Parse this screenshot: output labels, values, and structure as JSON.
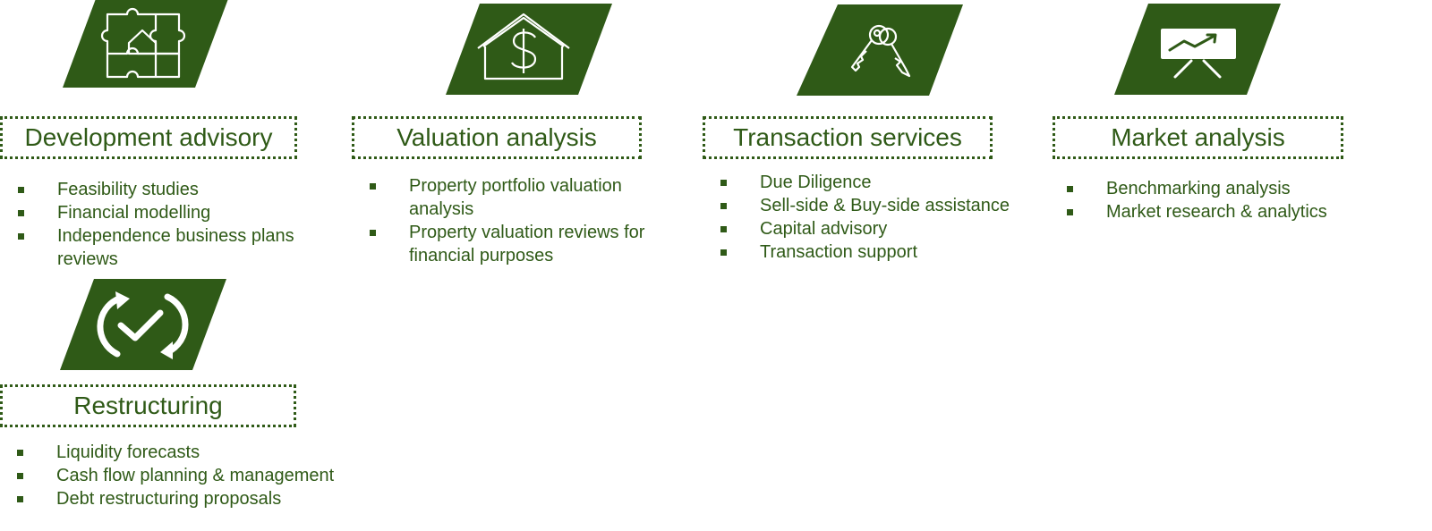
{
  "colors": {
    "accent": "#2f5a17",
    "icon_stroke": "#ffffff",
    "background": "#ffffff"
  },
  "services": [
    {
      "title": "Development advisory",
      "icon": "puzzle-house-icon",
      "items": [
        "Feasibility studies",
        "Financial modelling",
        "Independence business plans reviews"
      ]
    },
    {
      "title": "Valuation analysis",
      "icon": "house-dollar-icon",
      "items": [
        "Property portfolio valuation analysis",
        "Property valuation reviews for financial purposes"
      ]
    },
    {
      "title": "Transaction services",
      "icon": "keys-icon",
      "items": [
        "Due Diligence",
        "Sell-side & Buy-side assistance",
        "Capital advisory",
        "Transaction support"
      ]
    },
    {
      "title": "Market analysis",
      "icon": "presentation-chart-icon",
      "items": [
        "Benchmarking analysis",
        "Market research & analytics"
      ]
    },
    {
      "title": "Restructuring",
      "icon": "refresh-check-icon",
      "items": [
        "Liquidity forecasts",
        "Cash flow planning & management",
        "Debt restructuring proposals"
      ]
    }
  ]
}
